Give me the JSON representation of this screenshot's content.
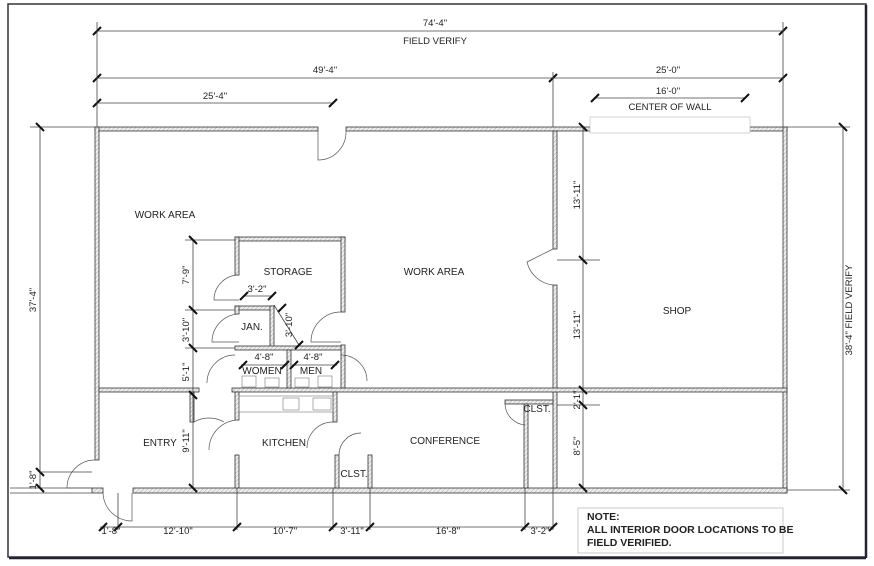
{
  "overall_dims": {
    "total_width": "74'-4\"",
    "total_width_note": "FIELD VERIFY",
    "left_width": "49'-4\"",
    "right_width": "25'-0\"",
    "partial_width": "25'-4\"",
    "center_wall_dim": "16'-0\"",
    "center_wall_label": "CENTER OF WALL",
    "left_height": "37'-4\"",
    "right_height": "38'-4\" FIELD VERIFY",
    "entry_offset": "1'-8\""
  },
  "rooms": {
    "work_area_1": "WORK AREA",
    "storage": "STORAGE",
    "work_area_2": "WORK AREA",
    "shop": "SHOP",
    "jan": "JAN.",
    "women": "WOMEN",
    "men": "MEN",
    "entry": "ENTRY",
    "kitchen": "KITCHEN",
    "conference": "CONFERENCE",
    "closet_1": "CLST.",
    "closet_2": "CLST."
  },
  "interior_dims": {
    "storage_height": "7'-9\"",
    "jan_height": "3'-10\"",
    "restroom_height": "5'-1\"",
    "kitchen_height": "9'-11\"",
    "jan_width": "3'-2\"",
    "corridor_width": "3'-10\"",
    "women_width": "4'-8\"",
    "men_width": "4'-8\"",
    "work_area_h1": "13'-11\"",
    "work_area_h2": "13'-11\"",
    "clst_offset": "2'-1\"",
    "conference_h": "8'-5\""
  },
  "bottom_dims": [
    "1'-8\"",
    "12'-10\"",
    "10'-7\"",
    "3'-11\"",
    "16'-8\"",
    "3'-2\""
  ],
  "note": {
    "title": "NOTE:",
    "line1": "ALL INTERIOR DOOR LOCATIONS TO BE",
    "line2": "FIELD VERIFIED."
  }
}
